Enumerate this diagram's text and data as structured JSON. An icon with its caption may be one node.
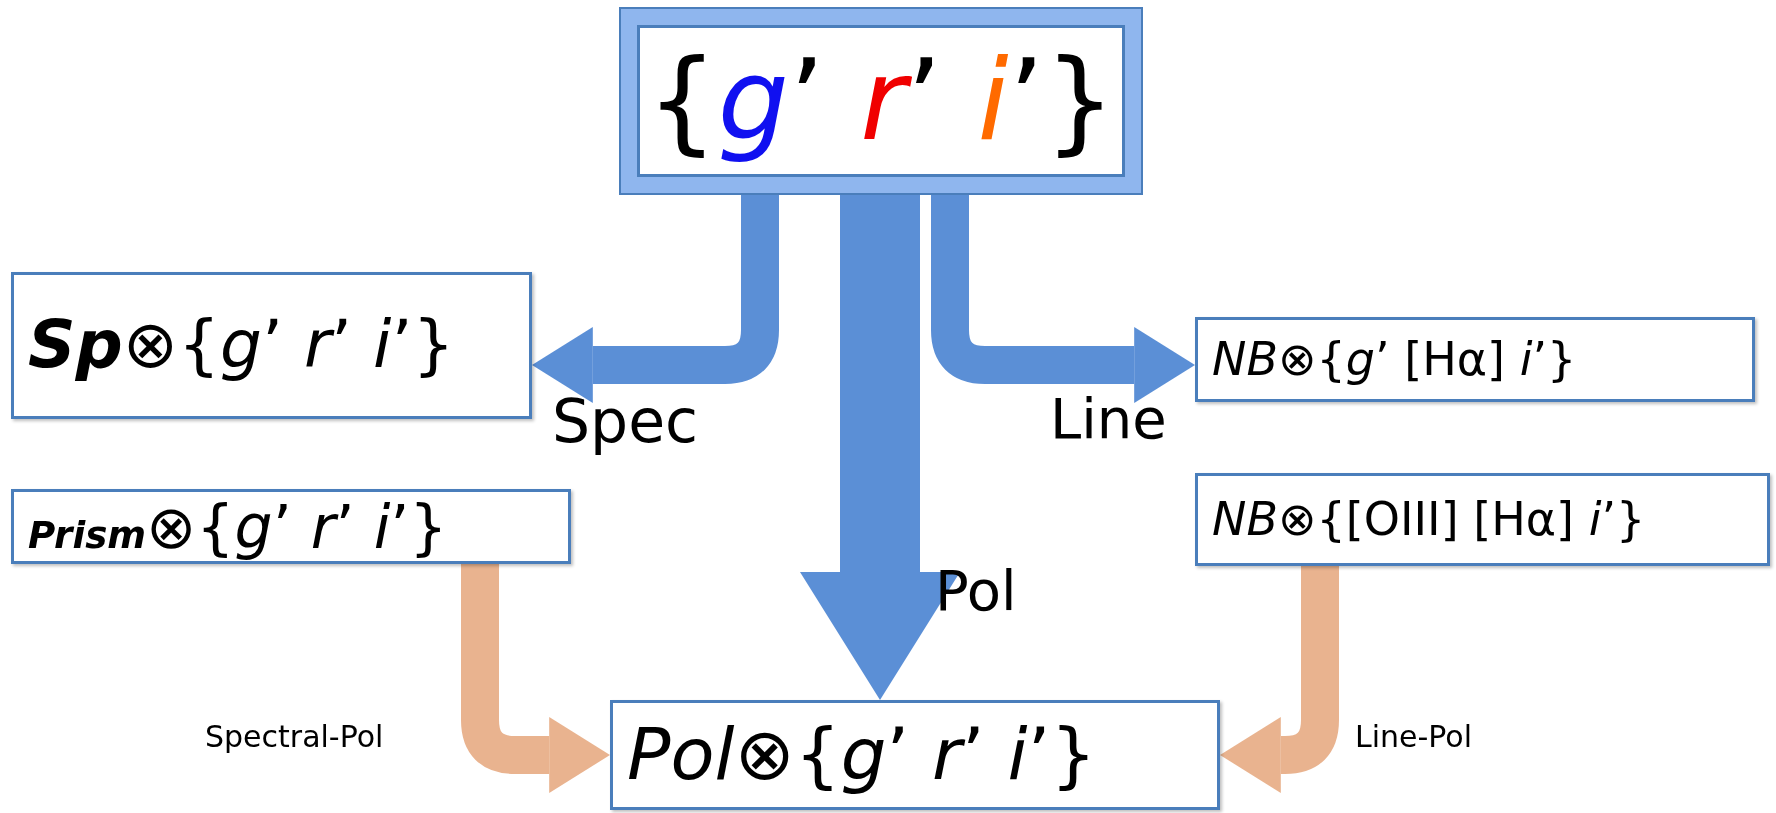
{
  "diagram": {
    "nodes": [
      {
        "text": [
          "{*g*’ *r*’ *i*’}"
        ]
      },
      {
        "text": [
          "**Sp**⊗{*g*’ *r*’ *i*’}"
        ]
      },
      {
        "text": [
          "*NB*⊗{*g*’ [Hα] *i*’}"
        ]
      },
      {
        "text": [
          "**Prism**⊗{*g*’ *r*’ *i*’}"
        ]
      },
      {
        "text": [
          "*NB*⊗{[OIII] [Hα] *i*’}"
        ]
      },
      {
        "text": [
          "*Pol*⊗{*g*’ *r*’ *i*’}"
        ]
      }
    ],
    "edges": [
      {
        "from": 0,
        "to": 1,
        "arrow": "to",
        "label": "Spec"
      },
      {
        "from": 0,
        "to": 5,
        "arrow": "to",
        "label": "Pol",
        "style": "thick"
      },
      {
        "from": 0,
        "to": 2,
        "arrow": "to",
        "label": "Line"
      },
      {
        "from": 3,
        "to": 5,
        "arrow": "to",
        "label": "Spectral-Pol",
        "color": "#e9b38f"
      },
      {
        "from": 4,
        "to": 5,
        "arrow": "to",
        "label": "Line-Pol",
        "color": "#e9b38f"
      }
    ]
  }
}
